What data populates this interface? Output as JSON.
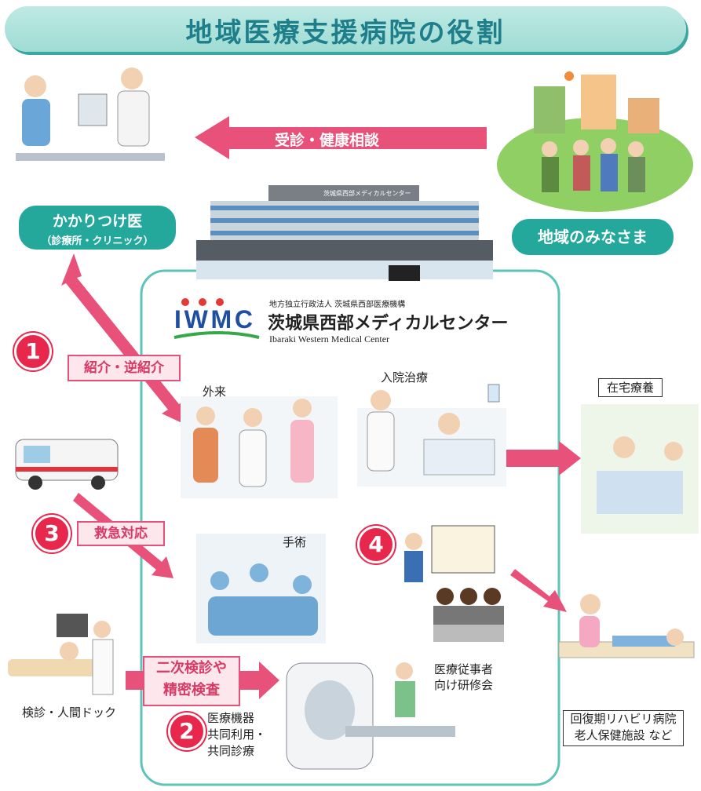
{
  "title": "地域医療支援病院の役割",
  "top_arrow_label": "受診・健康相談",
  "gp": {
    "line1": "かかりつけ医",
    "line2": "（診療所・クリニック）"
  },
  "community": "地域のみなさま",
  "hospital_sign": "茨城県西部メディカルセンター",
  "org": {
    "sub": "地方独立行政法人 茨城県西部医療機構",
    "name": "茨城県西部メディカルセンター",
    "en": "Ibaraki Western Medical Center"
  },
  "badges": {
    "b1": "1",
    "b2": "2",
    "b3": "3",
    "b4": "4"
  },
  "labels": {
    "referral": "紹介・逆紹介",
    "emergency": "救急対応",
    "second_exam_1": "二次検診や",
    "second_exam_2": "精密検査",
    "outpatient": "外来",
    "inpatient": "入院治療",
    "home_care": "在宅療養",
    "surgery": "手術",
    "training_1": "医療従事者",
    "training_2": "向け研修会",
    "checkup": "検診・人間ドック",
    "equip_1": "医療機器",
    "equip_2": "共同利用・",
    "equip_3": "共同診療",
    "rehab_1": "回復期リハビリ病院",
    "rehab_2": "老人保健施設 など"
  },
  "colors": {
    "teal": "#23a89b",
    "pink": "#e8527a",
    "title": "#1e7e8a"
  }
}
